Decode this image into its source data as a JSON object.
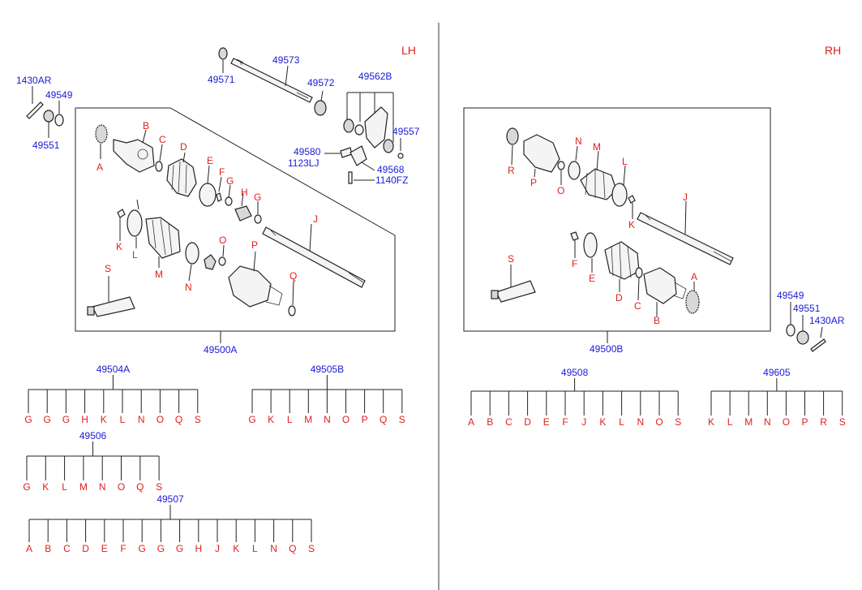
{
  "sides": {
    "left": "LH",
    "right": "RH"
  },
  "lh": {
    "assembly": "49500A",
    "labels": {
      "p1430": "1430AR",
      "p49549": "49549",
      "p49551": "49551",
      "p49571": "49571",
      "p49573": "49573",
      "p49572": "49572",
      "p49562": "49562B",
      "p49557": "49557",
      "p49580": "49580",
      "p1123": "1123LJ",
      "p49568": "49568",
      "p1140": "1140FZ"
    },
    "parts": [
      "A",
      "B",
      "C",
      "D",
      "E",
      "F",
      "G",
      "H",
      "G",
      "J",
      "K",
      "L",
      "M",
      "N",
      "O",
      "P",
      "Q",
      "S"
    ]
  },
  "rh": {
    "assembly": "49500B",
    "labels": {
      "p49549": "49549",
      "p49551": "49551",
      "p1430": "1430AR"
    },
    "parts": [
      "R",
      "P",
      "O",
      "N",
      "M",
      "L",
      "K",
      "J",
      "F",
      "E",
      "D",
      "C",
      "B",
      "A",
      "S"
    ]
  },
  "kits": [
    {
      "code": "49504A",
      "items": [
        "G",
        "G",
        "G",
        "H",
        "K",
        "L",
        "N",
        "O",
        "Q",
        "S"
      ]
    },
    {
      "code": "49505B",
      "items": [
        "G",
        "K",
        "L",
        "M",
        "N",
        "O",
        "P",
        "Q",
        "S"
      ]
    },
    {
      "code": "49506",
      "items": [
        "G",
        "K",
        "L",
        "M",
        "N",
        "O",
        "Q",
        "S"
      ]
    },
    {
      "code": "49507",
      "items": [
        "A",
        "B",
        "C",
        "D",
        "E",
        "F",
        "G",
        "G",
        "G",
        "H",
        "J",
        "K",
        "L",
        "N",
        "Q",
        "S"
      ]
    },
    {
      "code": "49508",
      "items": [
        "A",
        "B",
        "C",
        "D",
        "E",
        "F",
        "J",
        "K",
        "L",
        "N",
        "O",
        "S"
      ]
    },
    {
      "code": "49605",
      "items": [
        "K",
        "L",
        "M",
        "N",
        "O",
        "P",
        "R",
        "S"
      ]
    }
  ]
}
